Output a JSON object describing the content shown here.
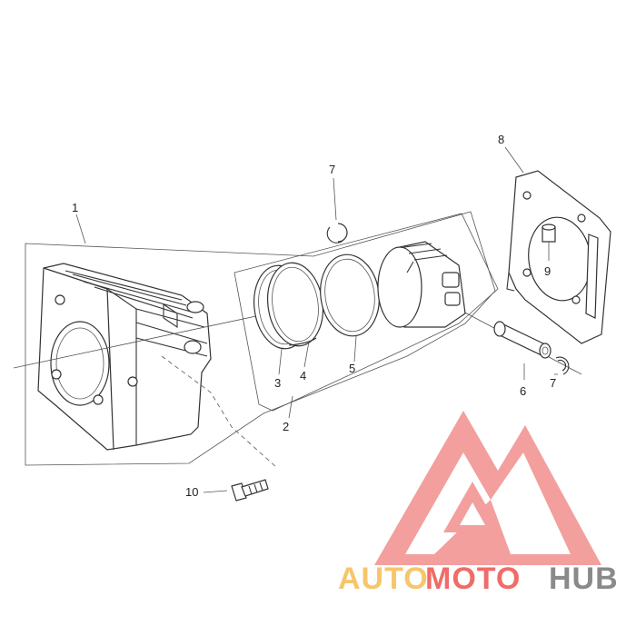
{
  "callouts": [
    {
      "id": "1",
      "label": "1"
    },
    {
      "id": "2",
      "label": "2"
    },
    {
      "id": "3",
      "label": "3"
    },
    {
      "id": "4",
      "label": "4"
    },
    {
      "id": "5",
      "label": "5"
    },
    {
      "id": "6",
      "label": "6"
    },
    {
      "id": "7a",
      "label": "7"
    },
    {
      "id": "7b",
      "label": "7"
    },
    {
      "id": "8",
      "label": "8"
    },
    {
      "id": "9",
      "label": "9"
    },
    {
      "id": "10",
      "label": "10"
    }
  ],
  "watermark": {
    "part1": "AUTO",
    "part2": "MOTO",
    "part3": "HUB",
    "colors": {
      "auto": "#f6c66a",
      "moto": "#f06c68",
      "hub": "#8a8a8a",
      "mark": "#f08f8c"
    }
  }
}
